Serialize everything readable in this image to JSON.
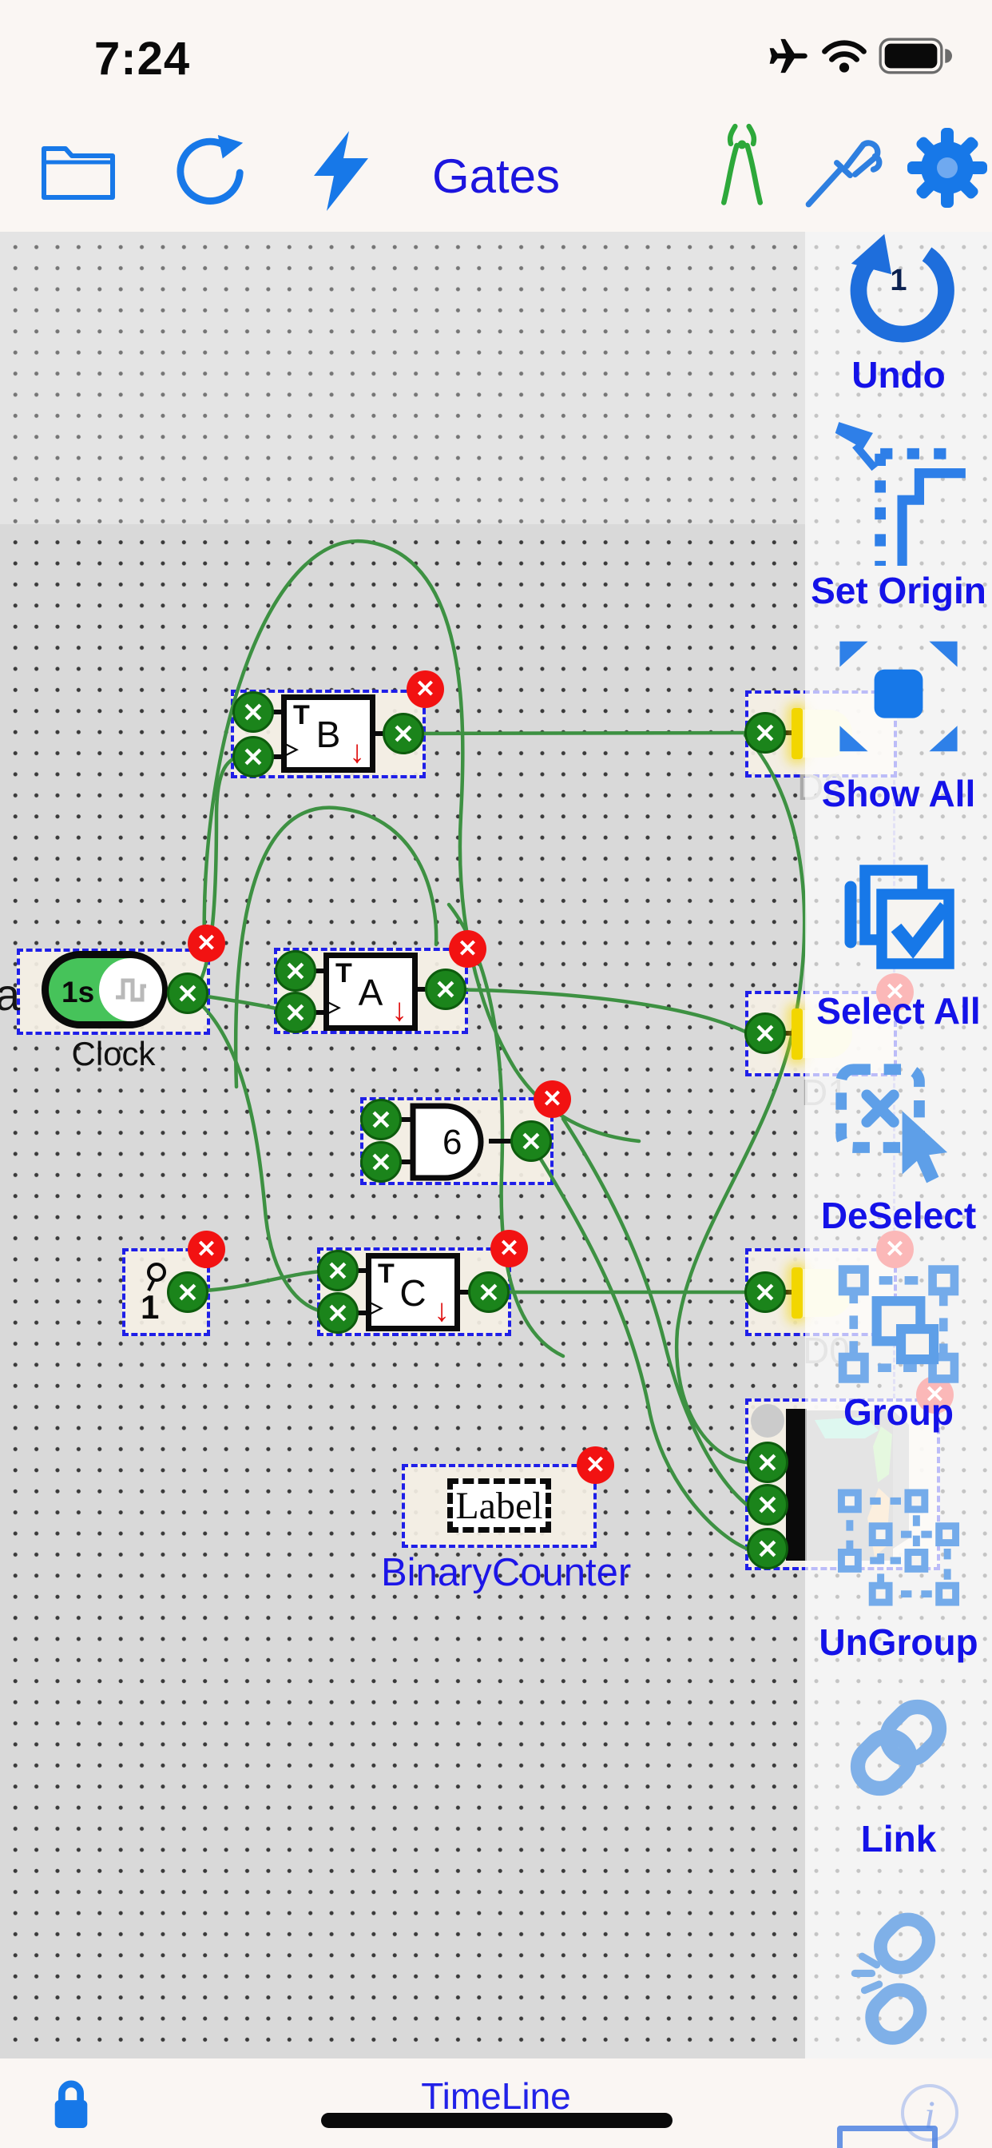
{
  "status_bar": {
    "time": "7:24"
  },
  "toolbar": {
    "title": "Gates"
  },
  "canvas": {
    "clock": {
      "interval": "1s",
      "label": "Clock",
      "edge_text": "a"
    },
    "flipflops": [
      {
        "t": "T",
        "name": "B"
      },
      {
        "t": "T",
        "name": "A"
      },
      {
        "t": "T",
        "name": "C"
      }
    ],
    "and_gate": {
      "value": "6"
    },
    "switch": {
      "value": "1"
    },
    "label_component": {
      "text": "Label",
      "caption": "BinaryCounter"
    },
    "leds": [
      {
        "label": "D2"
      },
      {
        "label": "D1"
      },
      {
        "label": "D0"
      }
    ]
  },
  "sidebar": {
    "items": [
      {
        "label": "Undo",
        "badge": "1"
      },
      {
        "label": "Set Origin"
      },
      {
        "label": "Show All"
      },
      {
        "label": "Select All"
      },
      {
        "label": "DeSelect"
      },
      {
        "label": "Group"
      },
      {
        "label": "UnGroup"
      },
      {
        "label": "Link"
      },
      {
        "label": "UnLink'"
      }
    ]
  },
  "bottom_bar": {
    "timeline": "TimeLine"
  },
  "colors": {
    "accent_blue": "#1778E8",
    "label_blue": "#1412E8",
    "wire_green": "#3D9142",
    "port_green": "#1B841B",
    "delete_red": "#F21212",
    "led_yellow": "#F2D600",
    "clock_green": "#46C35A",
    "canvas_gray": "#D9D9D9"
  }
}
